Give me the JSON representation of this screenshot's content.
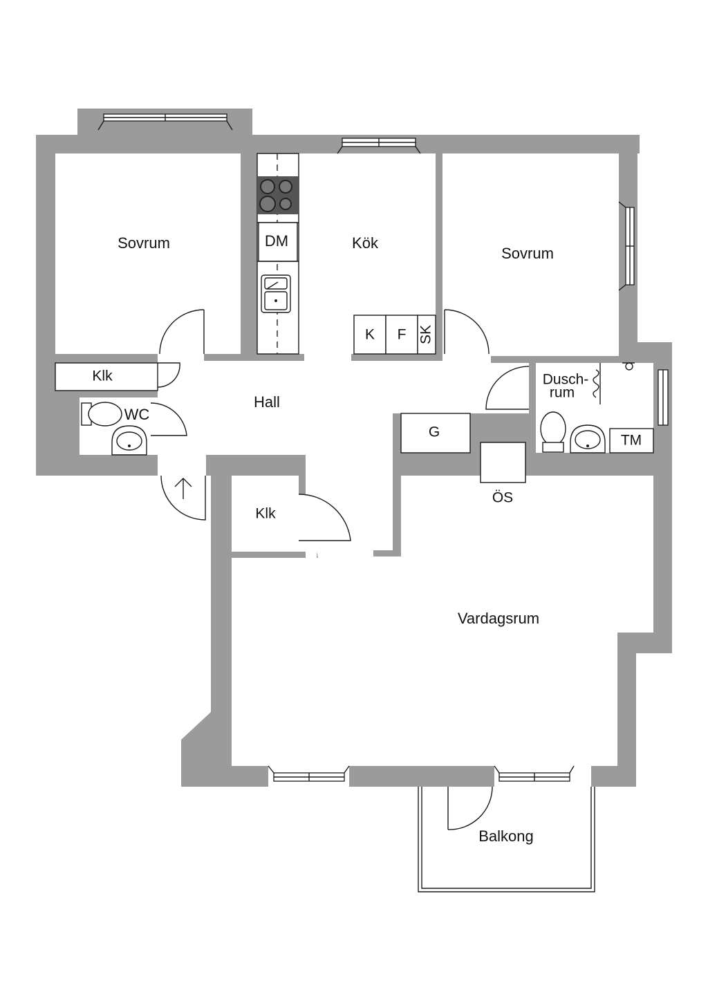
{
  "colors": {
    "wall": "#9b9b9b",
    "line": "#1a1a1a",
    "background": "#ffffff",
    "stove": "#555555"
  },
  "labels": {
    "sovrum_left": "Sovrum",
    "kok": "Kök",
    "sovrum_right": "Sovrum",
    "dm": "DM",
    "k": "K",
    "f": "F",
    "sk": "SK",
    "klk_top": "Klk",
    "wc": "WC",
    "hall": "Hall",
    "dusch_line1": "Dusch-",
    "dusch_line2": "rum",
    "g": "G",
    "tm": "TM",
    "os": "ÖS",
    "klk_bottom": "Klk",
    "vardagsrum": "Vardagsrum",
    "balkong": "Balkong"
  },
  "icons": [
    "stove-icon",
    "sink-icon",
    "toilet-icon",
    "washbasin-icon",
    "shower-icon",
    "entrance-arrow-icon"
  ]
}
